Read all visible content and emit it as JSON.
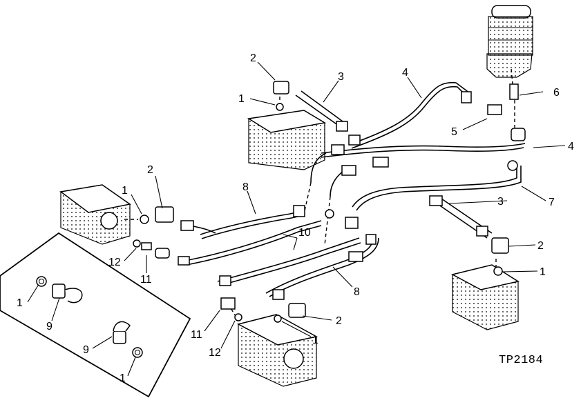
{
  "figure_id": "TP2184",
  "callouts": {
    "c1a": "1",
    "c2a": "2",
    "c3a": "3",
    "c4a": "4",
    "c6": "6",
    "c5": "5",
    "c4b": "4",
    "c2b": "2",
    "c1b": "1",
    "c8a": "8",
    "c7": "7",
    "c3b": "3",
    "c10": "10",
    "c12a": "12",
    "c11a": "11",
    "c2c": "2",
    "c1c": "1",
    "c8b": "8",
    "c2d": "2",
    "c1d": "1",
    "c11b": "11",
    "c12b": "12",
    "inset_1a": "1",
    "inset_9a": "9",
    "inset_9b": "9",
    "inset_1b": "1"
  }
}
